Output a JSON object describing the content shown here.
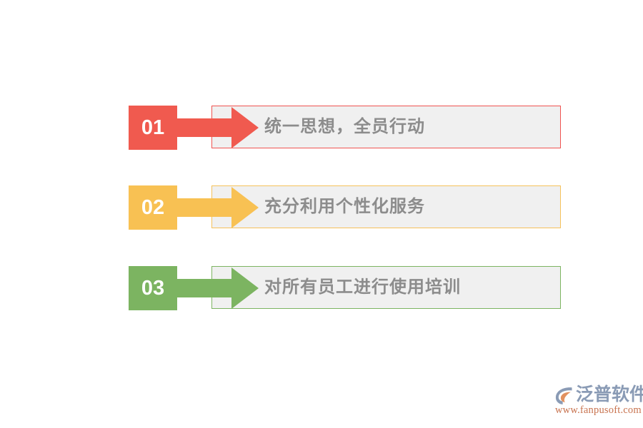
{
  "slide": {
    "background_color": "#ffffff",
    "text_color": "#8c8c8c",
    "panel_fill": "#f0f0f0"
  },
  "steps": [
    {
      "number": "01",
      "label": "统一思想，全员行动",
      "color": "#f05a4f",
      "border_color": "#ef5350"
    },
    {
      "number": "02",
      "label": "充分利用个性化服务",
      "color": "#f8c153",
      "border_color": "#f5c15a"
    },
    {
      "number": "03",
      "label": "对所有员工进行使用培训",
      "color": "#7cb461",
      "border_color": "#7cb461"
    }
  ],
  "logo": {
    "name": "泛普软件",
    "url": "www.fanpusoft.com",
    "name_color": "#8a9bb5",
    "url_color": "#c8734f",
    "mark_arc_color": "#8a9bb5",
    "mark_fill_color": "#e2915f"
  }
}
